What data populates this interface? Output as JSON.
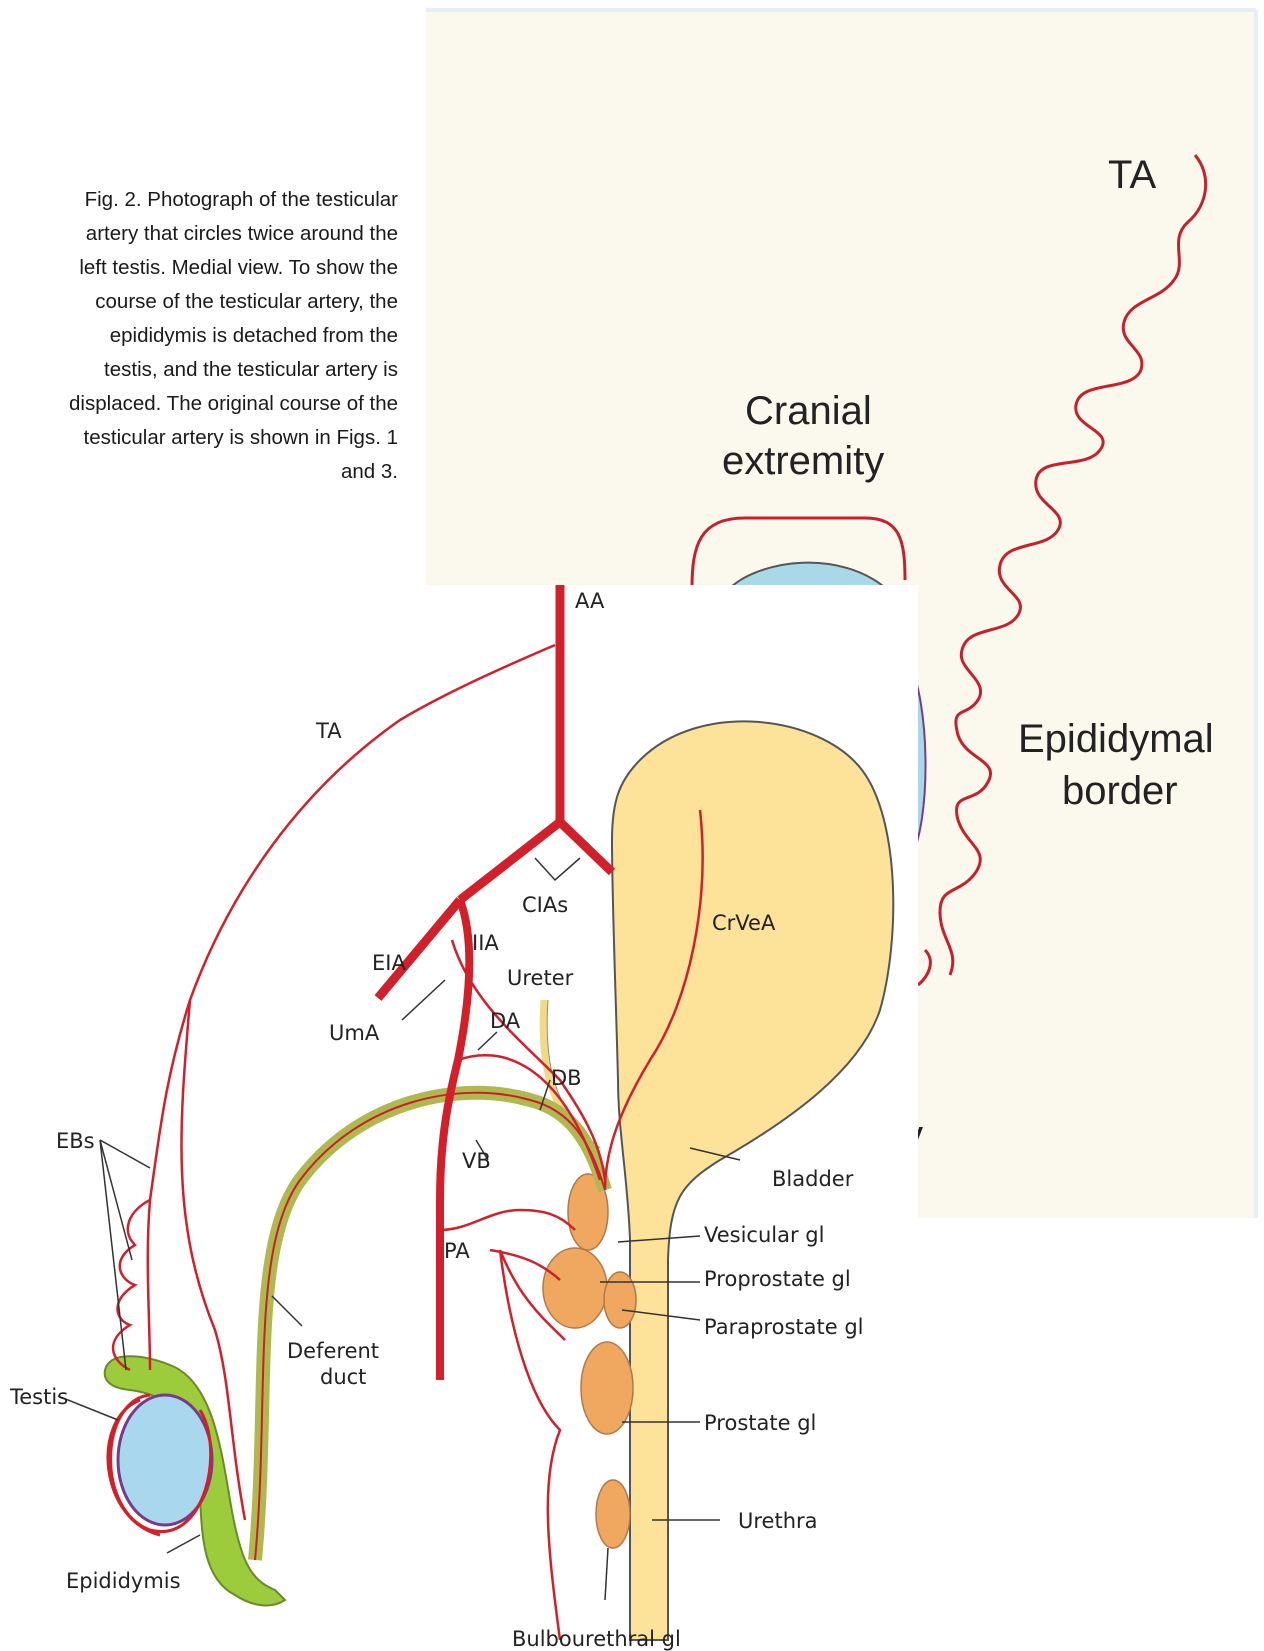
{
  "caption": {
    "lines": [
      "Fig. 2. Photograph of the testicular",
      "artery that circles twice around the",
      "left testis. Medial view. To show the",
      "course of the testicular artery, the",
      "epididymis is detached from the",
      "testis, and the testicular artery is",
      "displaced. The original course of the",
      "testicular artery is shown in Figs. 1",
      "and 3."
    ]
  },
  "back_figure": {
    "labels": {
      "ta": "TA",
      "cranial_1": "Cranial",
      "cranial_2": "extremity",
      "epididymal_1": "Epididymal",
      "epididymal_2": "border",
      "partial": "y"
    },
    "colors": {
      "background": "#fbf8ee",
      "artery": "#c8202a",
      "testis": "#a9d8e8"
    }
  },
  "front_figure": {
    "labels": {
      "aa": "AA",
      "ta": "TA",
      "cias": "CIAs",
      "crvea": "CrVeA",
      "iia": "IIA",
      "eia": "EIA",
      "ureter": "Ureter",
      "uma": "UmA",
      "da": "DA",
      "db": "DB",
      "ebs": "EBs",
      "vb": "VB",
      "bladder": "Bladder",
      "vesicular": "Vesicular gl",
      "proprostate": "Proprostate gl",
      "paraprostate": "Paraprostate gl",
      "pa": "PA",
      "deferent_1": "Deferent",
      "deferent_2": "duct",
      "testis": "Testis",
      "prostate": "Prostate gl",
      "urethra": "Urethra",
      "epididymis": "Epididymis",
      "bulbourethral": "Bulbourethral gl"
    },
    "colors": {
      "artery": "#d2202a",
      "bladder": "#fde29a",
      "gland": "#f0a860",
      "epididymis": "#9ccc3c",
      "testis": "#a9d8ee",
      "duct": "#b0b850"
    }
  }
}
